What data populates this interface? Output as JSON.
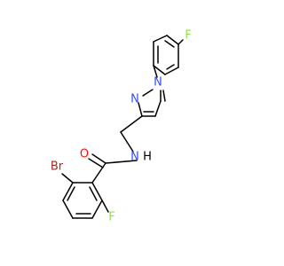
{
  "molecule": {
    "atoms": {
      "F_top": "F",
      "N1": "N",
      "N2": "N",
      "NH": "N",
      "H": "H",
      "O": "O",
      "Br": "Br",
      "F_bottom": "F"
    },
    "colors": {
      "bond": "#000000",
      "F": "#90e050",
      "N": "#3050f8",
      "O": "#ff0d0d",
      "Br": "#a62929",
      "H": "#000000"
    }
  }
}
